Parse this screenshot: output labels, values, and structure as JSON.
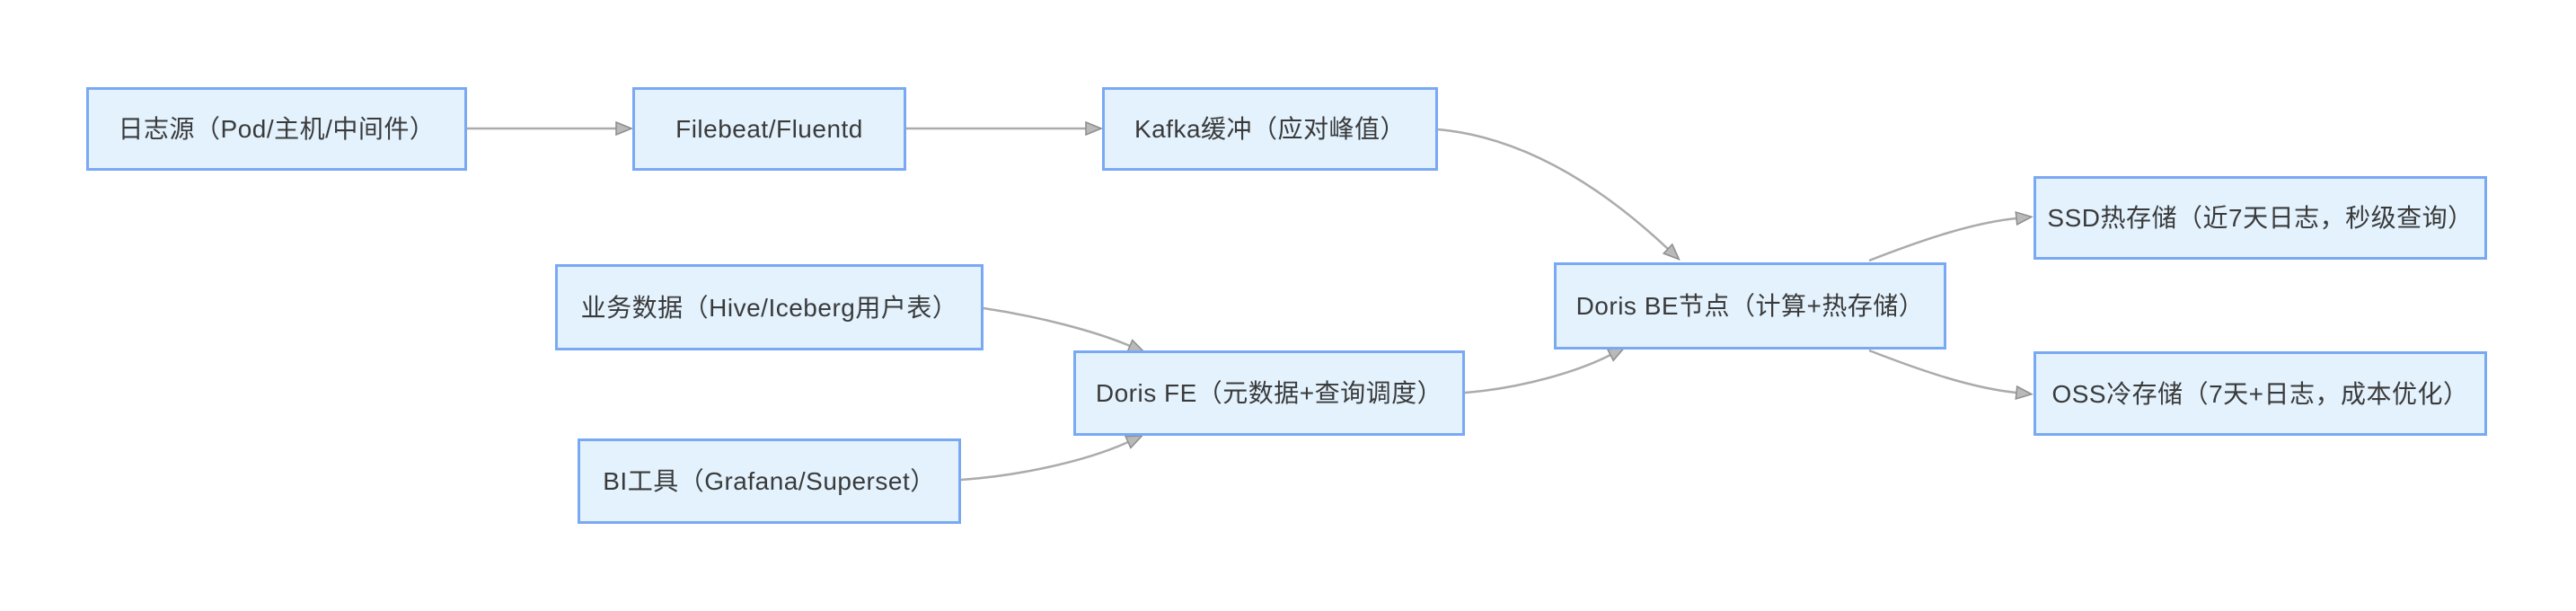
{
  "diagram": {
    "type": "flowchart",
    "direction": "left-to-right",
    "nodes": {
      "log_source": {
        "label": "日志源（Pod/主机/中间件）"
      },
      "filebeat": {
        "label": "Filebeat/Fluentd"
      },
      "kafka": {
        "label": "Kafka缓冲（应对峰值）"
      },
      "biz_data": {
        "label": "业务数据（Hive/Iceberg用户表）"
      },
      "bi_tools": {
        "label": "BI工具（Grafana/Superset）"
      },
      "doris_fe": {
        "label": "Doris FE（元数据+查询调度）"
      },
      "doris_be": {
        "label": "Doris BE节点（计算+热存储）"
      },
      "ssd_hot": {
        "label": "SSD热存储（近7天日志，秒级查询）"
      },
      "oss_cold": {
        "label": "OSS冷存储（7天+日志，成本优化）"
      }
    },
    "edges": [
      {
        "from": "log_source",
        "to": "filebeat"
      },
      {
        "from": "filebeat",
        "to": "kafka"
      },
      {
        "from": "kafka",
        "to": "doris_be"
      },
      {
        "from": "biz_data",
        "to": "doris_fe"
      },
      {
        "from": "bi_tools",
        "to": "doris_fe"
      },
      {
        "from": "doris_fe",
        "to": "doris_be"
      },
      {
        "from": "doris_be",
        "to": "ssd_hot"
      },
      {
        "from": "doris_be",
        "to": "oss_cold"
      }
    ],
    "colors": {
      "background": "#ffffff",
      "node_fill": "#e3f2fd",
      "node_border": "#7aa9f3",
      "node_text": "#3a3a3a",
      "edge_line": "#ababab",
      "arrow_fill": "#b9b9b9",
      "arrow_stroke": "#8e8e8e"
    }
  }
}
